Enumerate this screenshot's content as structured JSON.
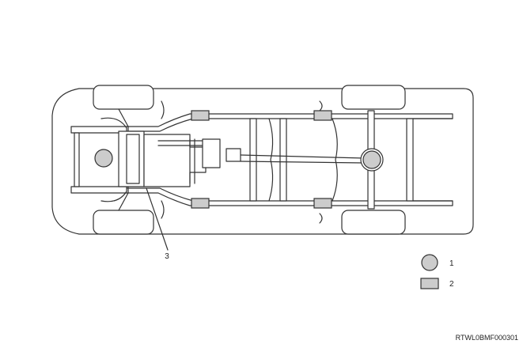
{
  "diagram": {
    "callout_3": "3",
    "legend": [
      {
        "number": "1",
        "symbol": "circle"
      },
      {
        "number": "2",
        "symbol": "rectangle"
      }
    ],
    "figure_code": "RTWL0BMF000301"
  },
  "colors": {
    "outline": "#333333",
    "marker_fill": "#cccccc",
    "background": "#ffffff"
  }
}
